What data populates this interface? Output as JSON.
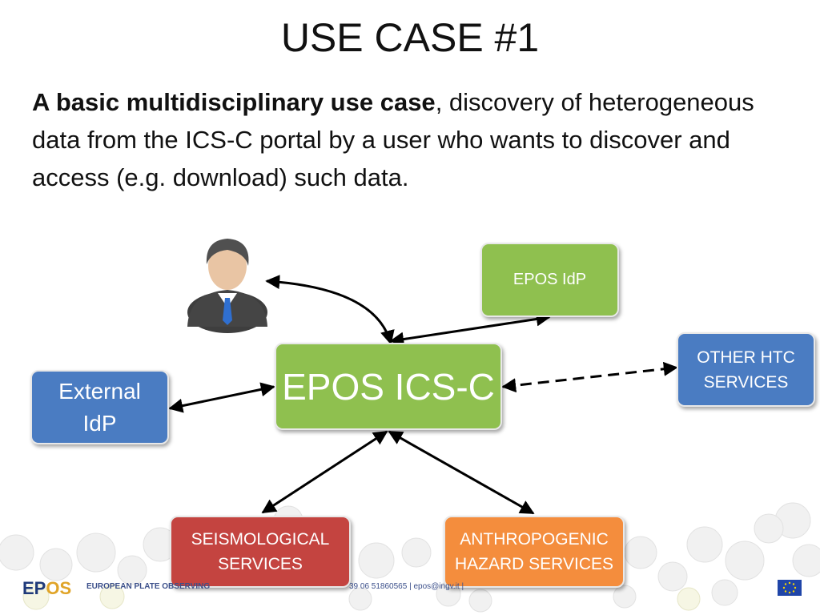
{
  "slide": {
    "title": "USE CASE #1",
    "intro_bold": "A basic multidisciplinary use case",
    "intro_rest": ", discovery of heterogeneous data from the ICS-C portal by a user who wants to discover and access (e.g. download) such data."
  },
  "diagram": {
    "nodes": {
      "epos_idp": "EPOS IdP",
      "ics_c": "EPOS ICS-C",
      "external_idp": "External\nIdP",
      "other_htc": "OTHER HTC\nSERVICES",
      "seismological": "SEISMOLOGICAL\nSERVICES",
      "anthropogenic": "ANTHROPOGENIC\nHAZARD SERVICES"
    },
    "edges": [
      {
        "from": "user",
        "to": "ics_c",
        "style": "solid",
        "arrows": "both"
      },
      {
        "from": "epos_idp",
        "to": "ics_c",
        "style": "solid",
        "arrows": "both"
      },
      {
        "from": "external_idp",
        "to": "ics_c",
        "style": "solid",
        "arrows": "both"
      },
      {
        "from": "ics_c",
        "to": "other_htc",
        "style": "dashed",
        "arrows": "both"
      },
      {
        "from": "ics_c",
        "to": "seismological",
        "style": "solid",
        "arrows": "both"
      },
      {
        "from": "ics_c",
        "to": "anthropogenic",
        "style": "solid",
        "arrows": "both"
      }
    ],
    "colors": {
      "green": "#8fc04f",
      "blue": "#4a7cc2",
      "red": "#c44440",
      "orange": "#f48d3d"
    }
  },
  "footer": {
    "logo_ep": "EP",
    "logo_os": "OS",
    "org": "EUROPEAN PLATE OBSERVING",
    "contact": "39 06 51860565 | epos@ingv.it |",
    "flag_icon": "eu-flag-icon"
  }
}
